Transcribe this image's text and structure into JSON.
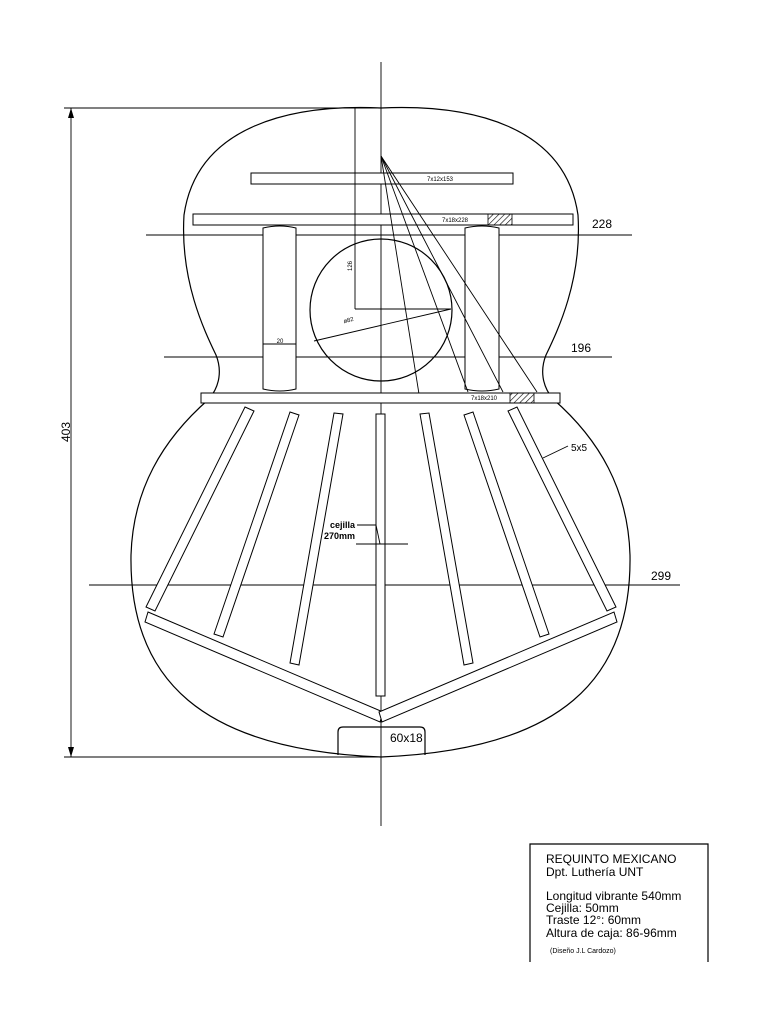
{
  "dimensions": {
    "height": "403",
    "upper_bout": "228",
    "waist": "196",
    "lower_bout": "299",
    "cejilla_label": "cejilla",
    "cejilla_value": "270mm",
    "tail_block": "60x18",
    "soundhole": "ø82",
    "soundhole_offset": "126",
    "bar_width": "20",
    "fan_brace": "5x5"
  },
  "braces": {
    "top": "7x12x153",
    "upper": "7x18x228",
    "lower": "7x18x210"
  },
  "title_block": {
    "title": "REQUINTO MEXICANO",
    "department": "Dpt. Luthería UNT",
    "scale_length": "Longitud vibrante 540mm",
    "nut": "Cejilla: 50mm",
    "fret12": "Traste 12°: 60mm",
    "body_depth": "Altura de caja: 86-96mm",
    "designer": "(Diseño J.L Cardozo)"
  }
}
